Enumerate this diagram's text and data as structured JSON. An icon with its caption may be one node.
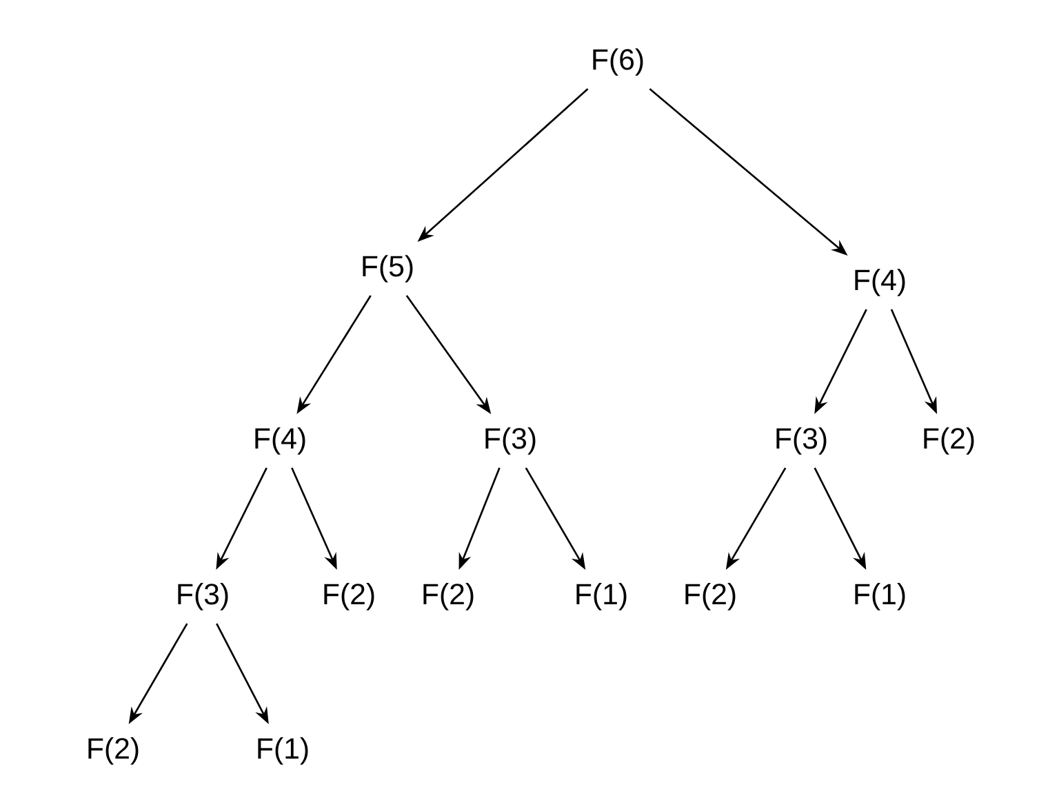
{
  "diagram": {
    "nodes": [
      {
        "text": [
          "F(6)"
        ]
      },
      {
        "text": [
          "F(5)"
        ]
      },
      {
        "text": [
          "F(4)"
        ]
      },
      {
        "text": [
          "F(4)"
        ]
      },
      {
        "text": [
          "F(3)"
        ]
      },
      {
        "text": [
          "F(3)"
        ]
      },
      {
        "text": [
          "F(2)"
        ]
      },
      {
        "text": [
          "F(3)"
        ]
      },
      {
        "text": [
          "F(2)"
        ]
      },
      {
        "text": [
          "F(2)"
        ]
      },
      {
        "text": [
          "F(1)"
        ]
      },
      {
        "text": [
          "F(2)"
        ]
      },
      {
        "text": [
          "F(1)"
        ]
      },
      {
        "text": [
          "F(2)"
        ]
      },
      {
        "text": [
          "F(1)"
        ]
      }
    ],
    "edges": [
      {
        "from": 0,
        "to": 1,
        "arrow": "to"
      },
      {
        "from": 0,
        "to": 2,
        "arrow": "to"
      },
      {
        "from": 1,
        "to": 3,
        "arrow": "to"
      },
      {
        "from": 1,
        "to": 4,
        "arrow": "to"
      },
      {
        "from": 2,
        "to": 5,
        "arrow": "to"
      },
      {
        "from": 2,
        "to": 6,
        "arrow": "to"
      },
      {
        "from": 3,
        "to": 7,
        "arrow": "to"
      },
      {
        "from": 3,
        "to": 8,
        "arrow": "to"
      },
      {
        "from": 4,
        "to": 9,
        "arrow": "to"
      },
      {
        "from": 4,
        "to": 10,
        "arrow": "to"
      },
      {
        "from": 5,
        "to": 11,
        "arrow": "to"
      },
      {
        "from": 5,
        "to": 12,
        "arrow": "to"
      },
      {
        "from": 7,
        "to": 13,
        "arrow": "to"
      },
      {
        "from": 7,
        "to": 14,
        "arrow": "to"
      }
    ]
  }
}
